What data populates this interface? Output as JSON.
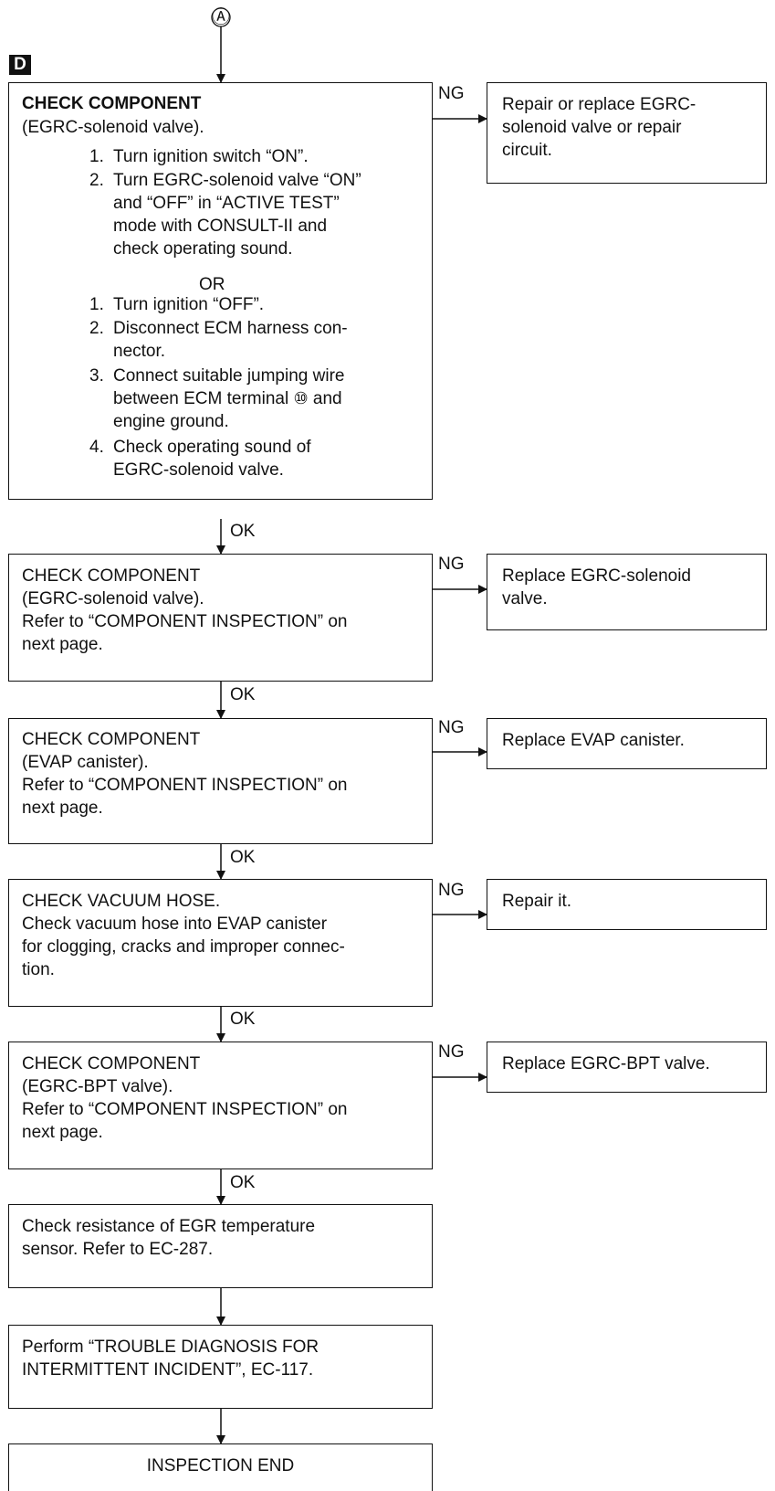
{
  "connector_label": "Ⓐ",
  "section_marker": "D",
  "labels": {
    "ng": "NG",
    "ok": "OK",
    "or": "OR"
  },
  "terminal_number": "⑩",
  "step1": {
    "title": "CHECK COMPONENT",
    "subtitle": "(EGRC-solenoid valve).",
    "consult_icon": "consult-tester-icon",
    "no_tool_icon": "no-consult-tester-icon",
    "with_tool_steps": [
      {
        "num": "1.",
        "lines": [
          "Turn ignition switch “ON”."
        ]
      },
      {
        "num": "2.",
        "lines": [
          "Turn EGRC-solenoid valve “ON”",
          "and “OFF” in “ACTIVE TEST”",
          "mode with CONSULT-II and",
          "check operating sound."
        ]
      }
    ],
    "without_tool_steps": [
      {
        "num": "1.",
        "lines": [
          "Turn ignition “OFF”."
        ]
      },
      {
        "num": "2.",
        "lines": [
          "Disconnect ECM harness con-",
          "nector."
        ]
      },
      {
        "num": "3.",
        "lines": [
          "Connect suitable jumping wire",
          "between ECM terminal",
          "engine ground."
        ]
      },
      {
        "num": "4.",
        "lines": [
          "Check operating sound of",
          "EGRC-solenoid valve."
        ]
      }
    ],
    "terminal_suffix": "and",
    "ng_action": [
      "Repair or replace EGRC-",
      "solenoid valve or repair",
      "circuit."
    ]
  },
  "step2": {
    "lines": [
      "CHECK COMPONENT",
      "(EGRC-solenoid valve).",
      "Refer to “COMPONENT INSPECTION” on",
      "next page."
    ],
    "ng_action": [
      "Replace EGRC-solenoid",
      "valve."
    ]
  },
  "step3": {
    "lines": [
      "CHECK COMPONENT",
      "(EVAP canister).",
      "Refer to “COMPONENT INSPECTION” on",
      "next page."
    ],
    "ng_action": [
      "Replace EVAP canister."
    ]
  },
  "step4": {
    "lines": [
      "CHECK VACUUM HOSE.",
      "Check vacuum hose into EVAP canister",
      "for clogging, cracks and improper connec-",
      "tion."
    ],
    "ng_action": [
      "Repair it."
    ]
  },
  "step5": {
    "lines": [
      "CHECK COMPONENT",
      "(EGRC-BPT valve).",
      "Refer to “COMPONENT INSPECTION” on",
      "next page."
    ],
    "ng_action": [
      "Replace EGRC-BPT valve."
    ]
  },
  "step6": {
    "lines": [
      "Check resistance of EGR temperature",
      "sensor. Refer to EC-287."
    ]
  },
  "step7": {
    "lines": [
      "Perform “TROUBLE DIAGNOSIS FOR",
      "INTERMITTENT INCIDENT”, EC-117."
    ]
  },
  "end": {
    "label": "INSPECTION END"
  }
}
